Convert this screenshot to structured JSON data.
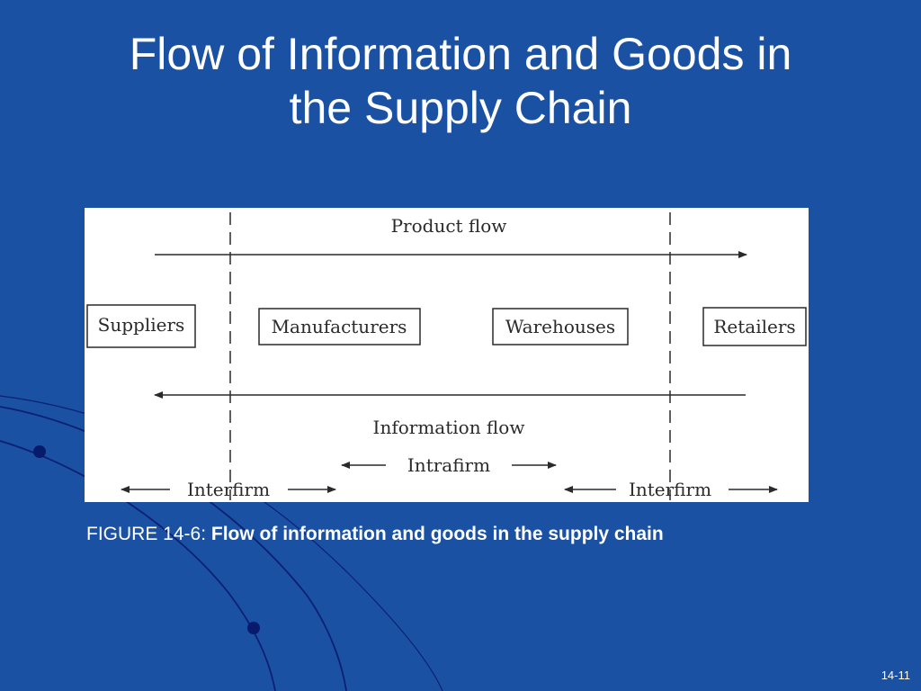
{
  "slide": {
    "title_line1": "Flow of Information and Goods in",
    "title_line2": "the Supply Chain",
    "page_number": "14-11"
  },
  "caption": {
    "prefix": "FIGURE 14-6:",
    "text": "Flow of information and goods in the supply chain"
  },
  "diagram": {
    "product_flow": "Product flow",
    "information_flow": "Information flow",
    "intrafirm": "Intrafirm",
    "interfirm_left": "Interfirm",
    "interfirm_right": "Interfirm",
    "nodes": [
      "Suppliers",
      "Manufacturers",
      "Warehouses",
      "Retailers"
    ]
  },
  "colors": {
    "background": "#1a51a3",
    "decoration_line": "#0c1f73",
    "decoration_dot": "#071a6b",
    "figure_ink": "#2a2a2a"
  }
}
